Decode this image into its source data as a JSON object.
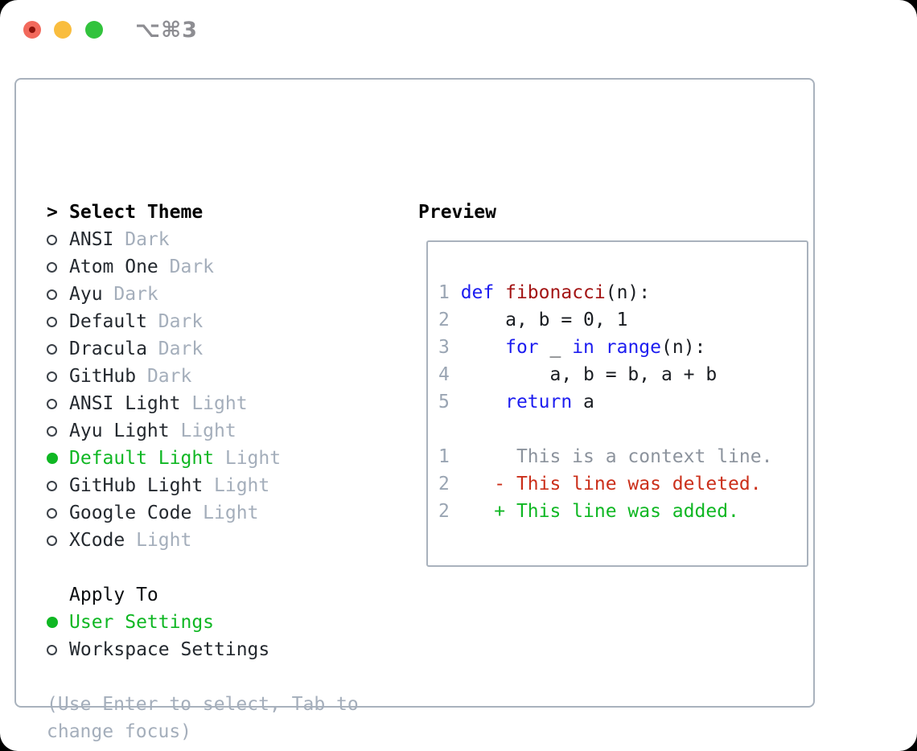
{
  "window": {
    "shortcut": "⌥⌘3",
    "traffic_lights": [
      "close",
      "minimize",
      "zoom"
    ]
  },
  "theme_select": {
    "title": "Select Theme",
    "cursor": ">",
    "items": [
      {
        "name": "ANSI",
        "variant": "Dark",
        "selected": false
      },
      {
        "name": "Atom One",
        "variant": "Dark",
        "selected": false
      },
      {
        "name": "Ayu",
        "variant": "Dark",
        "selected": false
      },
      {
        "name": "Default",
        "variant": "Dark",
        "selected": false
      },
      {
        "name": "Dracula",
        "variant": "Dark",
        "selected": false
      },
      {
        "name": "GitHub",
        "variant": "Dark",
        "selected": false
      },
      {
        "name": "ANSI Light",
        "variant": "Light",
        "selected": false
      },
      {
        "name": "Ayu Light",
        "variant": "Light",
        "selected": false
      },
      {
        "name": "Default Light",
        "variant": "Light",
        "selected": true
      },
      {
        "name": "GitHub Light",
        "variant": "Light",
        "selected": false
      },
      {
        "name": "Google Code",
        "variant": "Light",
        "selected": false
      },
      {
        "name": "XCode",
        "variant": "Light",
        "selected": false
      }
    ]
  },
  "apply_to": {
    "title": "Apply To",
    "items": [
      {
        "label": "User Settings",
        "selected": true
      },
      {
        "label": "Workspace Settings",
        "selected": false
      }
    ]
  },
  "hint": "(Use Enter to select, Tab to change focus)",
  "preview": {
    "title": "Preview",
    "lines": [
      {
        "num": "1",
        "tokens": [
          {
            "text": "def",
            "color": "keyword"
          },
          {
            "text": " ",
            "color": "plain"
          },
          {
            "text": "fibonacci",
            "color": "function"
          },
          {
            "text": "(n):",
            "color": "plain"
          }
        ]
      },
      {
        "num": "2",
        "tokens": [
          {
            "text": "    a, b = 0, 1",
            "color": "plain"
          }
        ]
      },
      {
        "num": "3",
        "tokens": [
          {
            "text": "    ",
            "color": "plain"
          },
          {
            "text": "for",
            "color": "keyword"
          },
          {
            "text": " _ ",
            "color": "plain"
          },
          {
            "text": "in",
            "color": "keyword"
          },
          {
            "text": " ",
            "color": "plain"
          },
          {
            "text": "range",
            "color": "keyword"
          },
          {
            "text": "(n):",
            "color": "plain"
          }
        ]
      },
      {
        "num": "4",
        "tokens": [
          {
            "text": "        a, b = b, a + b",
            "color": "plain"
          }
        ]
      },
      {
        "num": "5",
        "tokens": [
          {
            "text": "    ",
            "color": "plain"
          },
          {
            "text": "return",
            "color": "keyword"
          },
          {
            "text": " a",
            "color": "plain"
          }
        ]
      },
      {
        "num": "",
        "tokens": []
      },
      {
        "num": "1",
        "tokens": [
          {
            "text": "     This is a context line.",
            "color": "context"
          }
        ]
      },
      {
        "num": "2",
        "tokens": [
          {
            "text": "   - This line was deleted.",
            "color": "deleted"
          }
        ]
      },
      {
        "num": "2",
        "tokens": [
          {
            "text": "   + This line was added.",
            "color": "added"
          }
        ]
      }
    ]
  },
  "colors": {
    "accent_green": "#0fb723",
    "keyword": "#1c1cf0",
    "function": "#a31414",
    "deleted": "#cb2f1a",
    "added": "#0fb723",
    "context": "#8c939d",
    "muted": "#a4aebb",
    "line_number": "#9aa5b3",
    "border_gray": "#a9b2bd",
    "traffic_red": "#f2695c",
    "traffic_yellow": "#f9bd3e",
    "traffic_green": "#32c33d"
  }
}
